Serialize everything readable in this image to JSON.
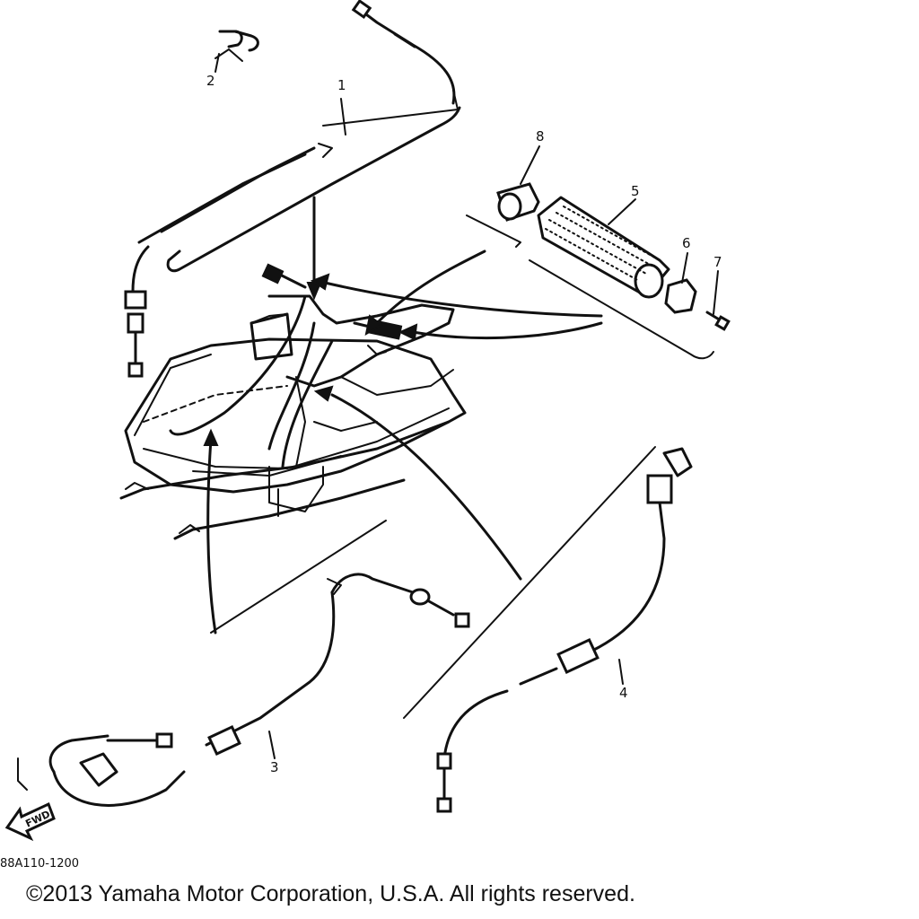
{
  "callouts": {
    "c1": "1",
    "c2": "2",
    "c3": "3",
    "c4": "4",
    "c5": "5",
    "c6": "6",
    "c7": "7",
    "c8": "8"
  },
  "fwd_label": "FWD",
  "diagram_code": "88A110-1200",
  "copyright": "©2013 Yamaha Motor Corporation, U.S.A. All rights reserved.",
  "icons": {
    "fwd_arrow": "fwd-arrow-icon"
  }
}
